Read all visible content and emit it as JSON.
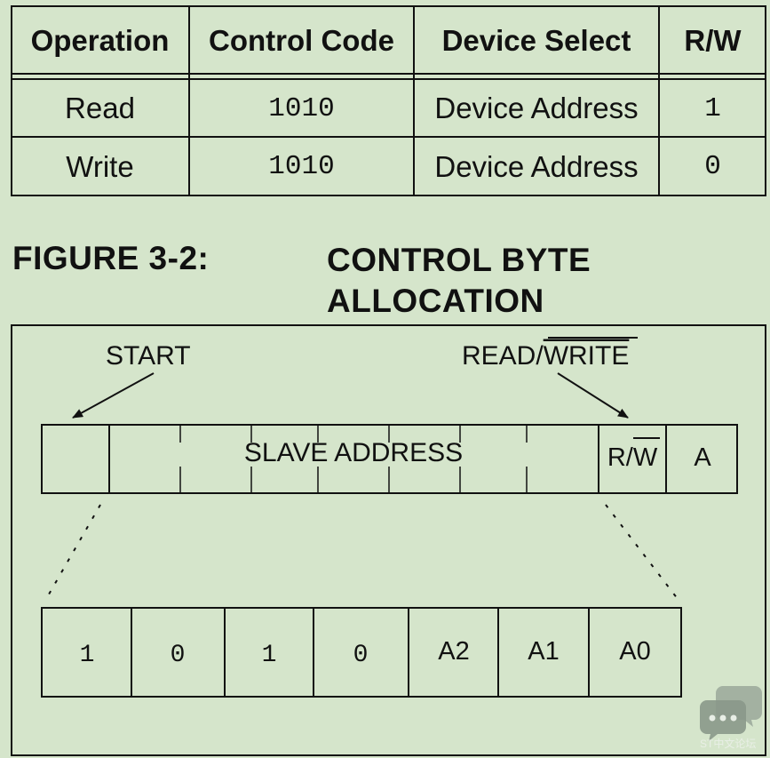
{
  "table": {
    "headers": [
      "Operation",
      "Control Code",
      "Device Select",
      "R/W"
    ],
    "rows": [
      [
        "Read",
        "1010",
        "Device Address",
        "1"
      ],
      [
        "Write",
        "1010",
        "Device Address",
        "0"
      ]
    ]
  },
  "figure": {
    "number": "FIGURE 3-2:",
    "caption_line1": "CONTROL BYTE",
    "caption_line2": "ALLOCATION"
  },
  "diagram": {
    "start_label": "START",
    "rw_label_prefix": "READ/",
    "rw_label_overlined": "WRITE",
    "slave_address_label": "SLAVE ADDRESS",
    "rw_cell_prefix": "R/",
    "rw_cell_overlined": "W",
    "ack_cell": "A",
    "bits": [
      "1",
      "0",
      "1",
      "0",
      "A2",
      "A1",
      "A0"
    ]
  },
  "watermark": {
    "text": "ST中文论坛",
    "icon": "chat-bubbles-icon"
  },
  "colors": {
    "background": "#d5e5cb",
    "line": "#111111"
  }
}
